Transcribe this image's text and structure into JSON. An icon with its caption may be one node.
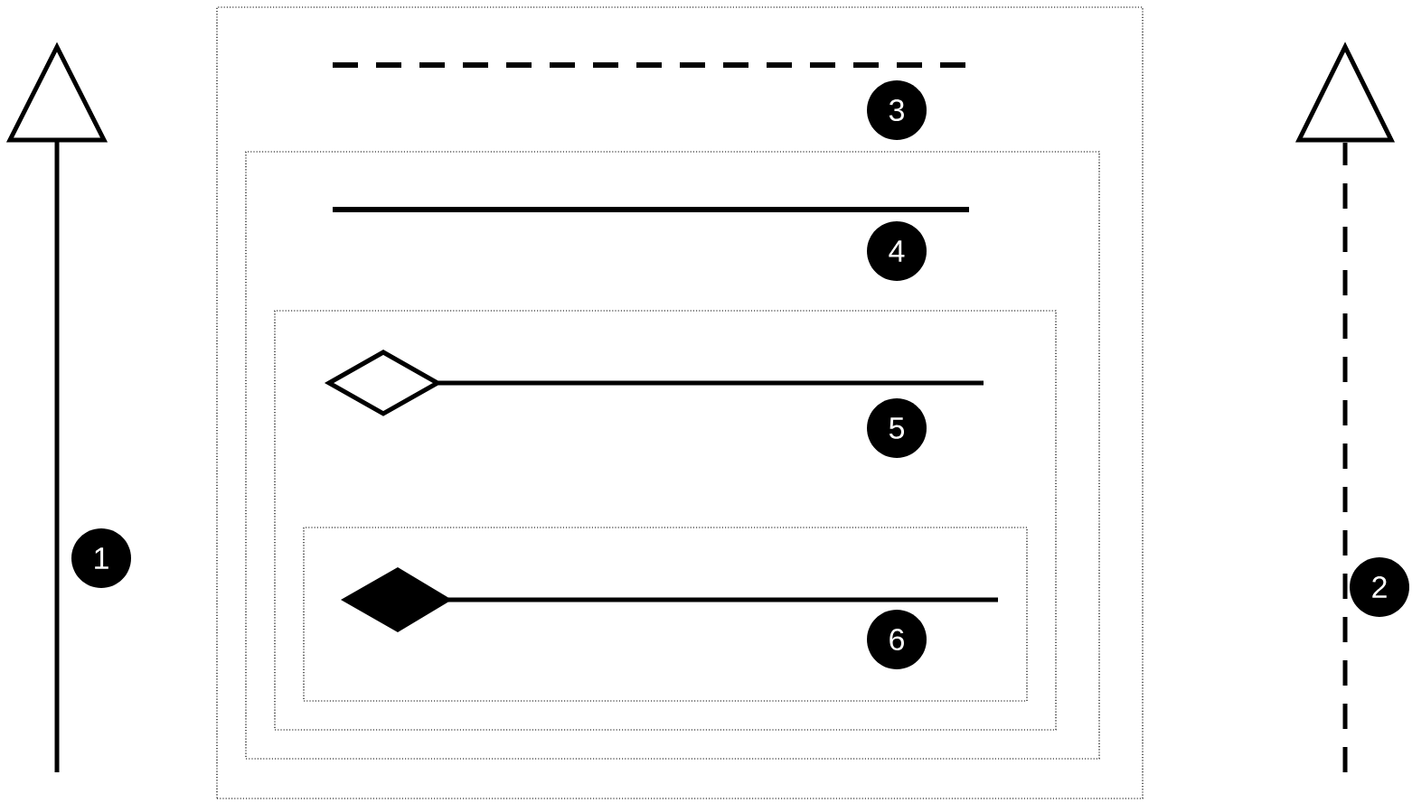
{
  "diagram": {
    "nodes": [
      {
        "text": [
          "1"
        ]
      },
      {
        "text": [
          "2"
        ]
      },
      {
        "text": [],
        "shape": "box"
      },
      {
        "text": [
          "3"
        ],
        "in": 2
      },
      {
        "text": [],
        "shape": "box",
        "in": 2
      },
      {
        "text": [
          "4"
        ],
        "in": 4
      },
      {
        "text": [],
        "shape": "box",
        "in": 4
      },
      {
        "text": [
          "5"
        ],
        "in": 6
      },
      {
        "text": [],
        "shape": "box",
        "in": 6
      },
      {
        "text": [
          "6"
        ],
        "in": 8
      }
    ]
  }
}
